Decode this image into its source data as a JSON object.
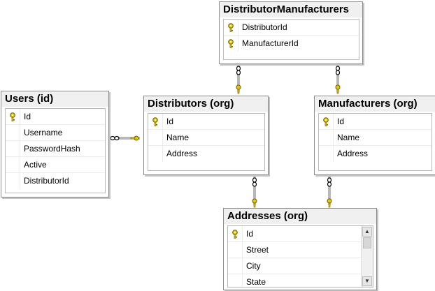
{
  "tables": {
    "distributor_manufacturers": {
      "title": "DistributorManufacturers",
      "columns": [
        {
          "name": "DistributorId",
          "key": true
        },
        {
          "name": "ManufacturerId",
          "key": true
        }
      ]
    },
    "users": {
      "title": "Users (id)",
      "columns": [
        {
          "name": "Id",
          "key": true
        },
        {
          "name": "Username",
          "key": false
        },
        {
          "name": "PasswordHash",
          "key": false
        },
        {
          "name": "Active",
          "key": false
        },
        {
          "name": "DistributorId",
          "key": false
        }
      ]
    },
    "distributors": {
      "title": "Distributors (org)",
      "columns": [
        {
          "name": "Id",
          "key": true
        },
        {
          "name": "Name",
          "key": false
        },
        {
          "name": "Address",
          "key": false
        }
      ]
    },
    "manufacturers": {
      "title": "Manufacturers (org)",
      "columns": [
        {
          "name": "Id",
          "key": true
        },
        {
          "name": "Name",
          "key": false
        },
        {
          "name": "Address",
          "key": false
        }
      ]
    },
    "addresses": {
      "title": "Addresses (org)",
      "columns": [
        {
          "name": "Id",
          "key": true
        },
        {
          "name": "Street",
          "key": false
        },
        {
          "name": "City",
          "key": false
        },
        {
          "name": "State",
          "key": false
        }
      ],
      "has_scrollbar": true
    }
  },
  "relationships": [
    {
      "from": "users",
      "to": "distributors",
      "many_end": "users",
      "one_end": "distributors"
    },
    {
      "from": "distributor_manufacturers",
      "to": "distributors",
      "many_end": "distributor_manufacturers",
      "one_end": "distributors"
    },
    {
      "from": "distributor_manufacturers",
      "to": "manufacturers",
      "many_end": "distributor_manufacturers",
      "one_end": "manufacturers"
    },
    {
      "from": "distributors",
      "to": "addresses",
      "many_end": "distributors",
      "one_end": "addresses"
    },
    {
      "from": "manufacturers",
      "to": "addresses",
      "many_end": "manufacturers",
      "one_end": "addresses"
    }
  ],
  "colors": {
    "key_icon": "#e8c800",
    "connector": "#707070",
    "table_border": "#8c8c8c",
    "title_bg": "#f0f0f0"
  }
}
